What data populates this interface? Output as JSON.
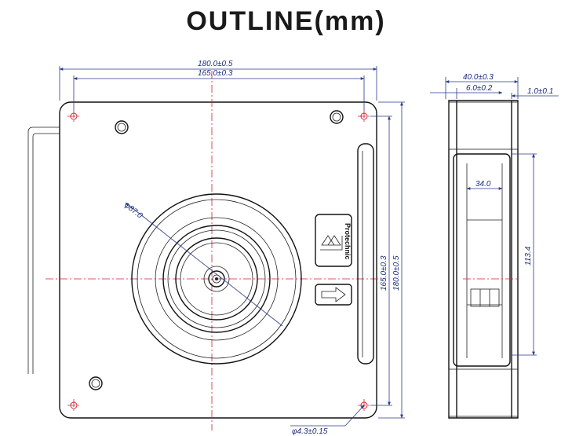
{
  "title": "OUTLINE(mm)",
  "front_view": {
    "overall_width": "180.0±0.5",
    "hole_pitch_width": "165.0±0.3",
    "hole_pitch_height": "165.0±0.3",
    "overall_height": "180.0±0.5",
    "hub_diameter": "φ87.0",
    "hole_diameter": "φ4.3±0.15",
    "logo_text": "Protechnic"
  },
  "side_view": {
    "depth": "40.0±0.3",
    "flange_thickness": "6.0±0.2",
    "flange_offset": "1.0±0.1",
    "inner_depth": "34.0",
    "inner_height": "113.4"
  },
  "colors": {
    "dimension": "#1a2d7a",
    "centerline": "#d02030",
    "outline": "#111111"
  }
}
